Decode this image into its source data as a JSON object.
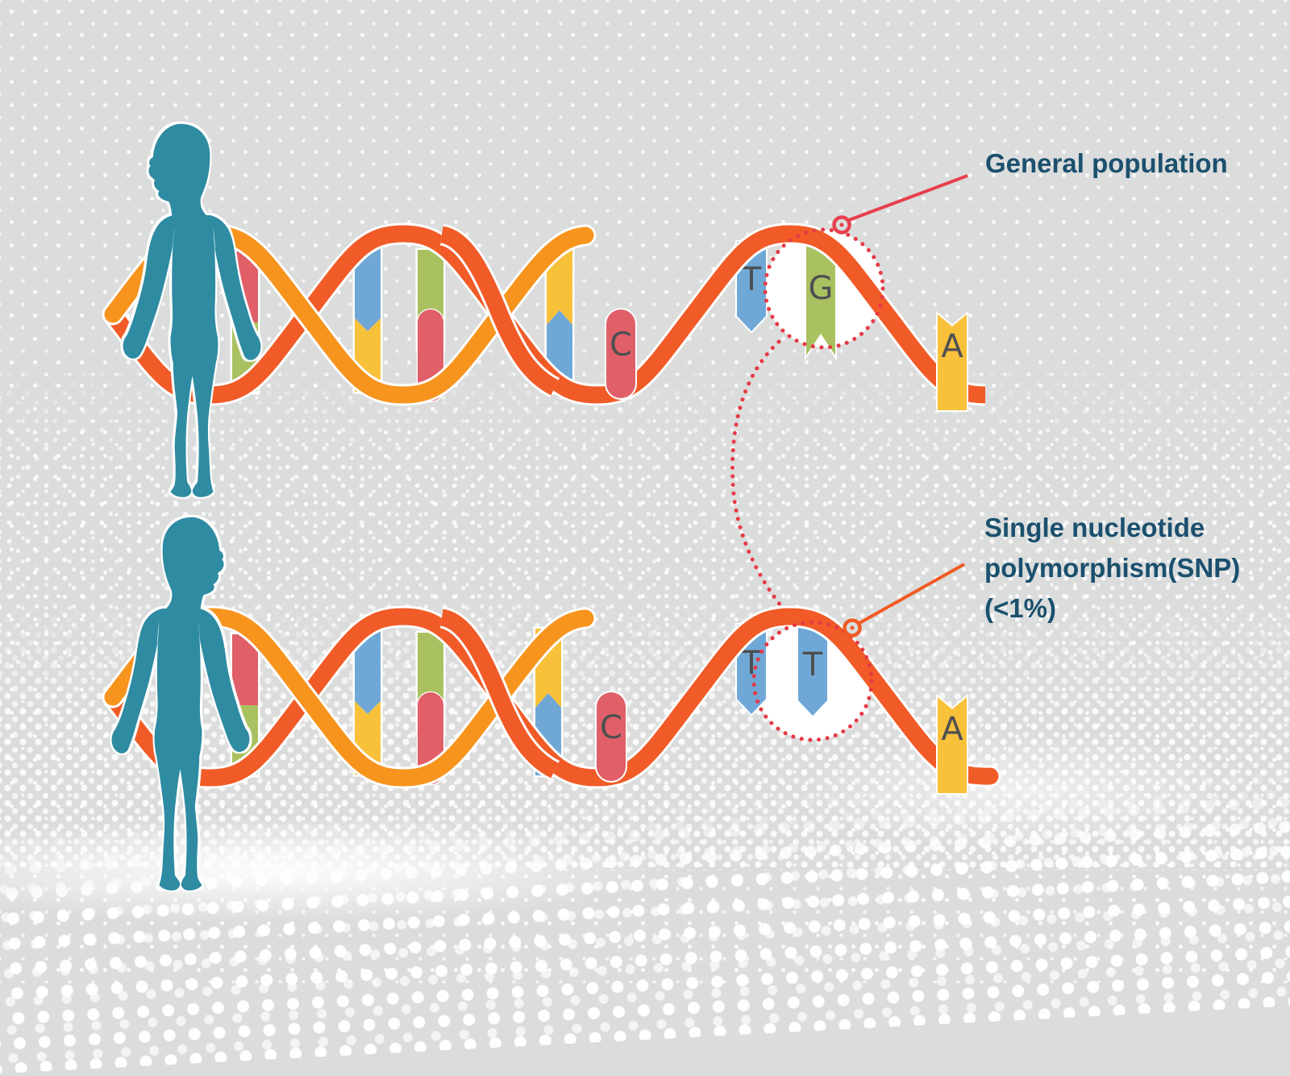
{
  "annotations": {
    "general_population": {
      "text": "General population"
    },
    "snp": {
      "lines": [
        "Single nucleotide",
        "polymorphism(SNP)",
        "(<1%)"
      ]
    }
  },
  "dna_top": {
    "base_t": "T",
    "base_g": "G",
    "base_c": "C",
    "base_a": "A"
  },
  "dna_bottom": {
    "base_t1": "T",
    "base_t2": "T",
    "base_c": "C",
    "base_a": "A"
  },
  "colors": {
    "background_gray": "#dbdcdc",
    "halftone_dot": "#ffffff",
    "human_teal": "#2e8ba2",
    "strand_orange_dark": "#f15b27",
    "strand_orange_light": "#f7941e",
    "base_red": "#e05f68",
    "base_green": "#a9c161",
    "base_yellow": "#f8c13a",
    "base_blue": "#6fa8d6",
    "base_letter_gray": "#4e4f51",
    "dotted_circle_red": "#e63a45",
    "leader_red": "#e8404d",
    "leader_orange": "#f15a24",
    "label_navy": "#1b506e",
    "highlight_circle_fill": "#ffffff"
  }
}
